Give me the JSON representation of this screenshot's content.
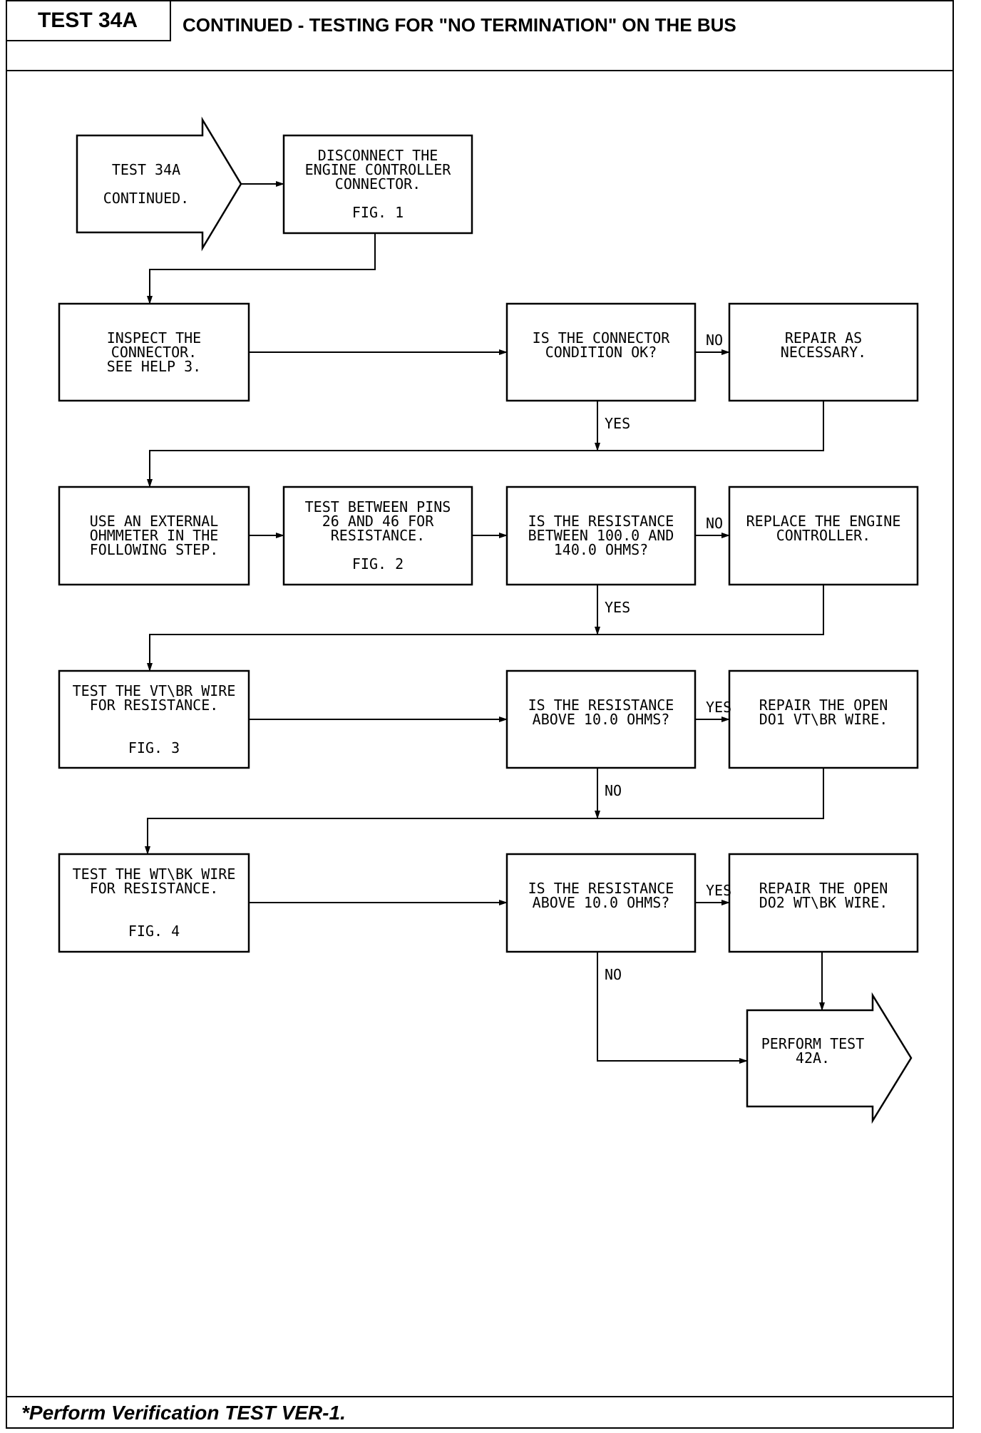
{
  "header": {
    "test_id": "TEST 34A",
    "title": "CONTINUED - TESTING FOR \"NO TERMINATION\" ON THE BUS"
  },
  "footer": {
    "note": "*Perform Verification TEST VER-1."
  },
  "nodes": {
    "start": [
      "TEST 34A",
      "",
      "CONTINUED."
    ],
    "disconnect": [
      "DISCONNECT THE",
      "ENGINE CONTROLLER",
      "CONNECTOR.",
      "",
      "FIG. 1"
    ],
    "inspect": [
      "INSPECT THE",
      "CONNECTOR.",
      "SEE HELP 3."
    ],
    "q_connector": [
      "IS THE CONNECTOR",
      "CONDITION OK?"
    ],
    "repair_necessary": [
      "REPAIR AS",
      "NECESSARY."
    ],
    "use_ohmmeter": [
      "USE AN EXTERNAL",
      "OHMMETER IN THE",
      "FOLLOWING STEP."
    ],
    "test_pins": [
      "TEST BETWEEN PINS",
      "26 AND 46 FOR",
      "RESISTANCE.",
      "",
      "FIG. 2"
    ],
    "q_resistance_range": [
      "IS THE RESISTANCE",
      "BETWEEN 100.0 AND",
      "140.0 OHMS?"
    ],
    "replace_controller": [
      "REPLACE THE ENGINE",
      "CONTROLLER."
    ],
    "test_vtbr": [
      "TEST THE VT\\BR WIRE",
      "FOR RESISTANCE.",
      "",
      "",
      "FIG. 3"
    ],
    "q_above_1": [
      "IS THE RESISTANCE",
      "ABOVE 10.0 OHMS?"
    ],
    "repair_vtbr": [
      "REPAIR THE OPEN",
      "DO1 VT\\BR WIRE."
    ],
    "test_wtbk": [
      "TEST THE WT\\BK WIRE",
      "FOR RESISTANCE.",
      "",
      "",
      "FIG. 4"
    ],
    "q_above_2": [
      "IS THE RESISTANCE",
      "ABOVE 10.0 OHMS?"
    ],
    "repair_wtbk": [
      "REPAIR THE OPEN",
      "DO2 WT\\BK WIRE."
    ],
    "end": [
      "PERFORM TEST",
      "42A."
    ]
  },
  "edge_labels": {
    "connector_no": "NO",
    "connector_yes": "YES",
    "range_no": "NO",
    "range_yes": "YES",
    "vtbr_yes": "YES",
    "vtbr_no": "NO",
    "wtbk_yes": "YES",
    "wtbk_no": "NO"
  }
}
